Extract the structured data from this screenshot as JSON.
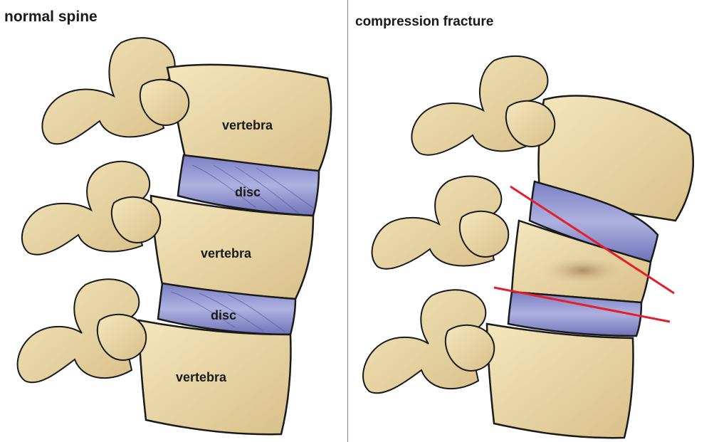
{
  "left_panel": {
    "title": "normal spine",
    "labels": {
      "vertebra_top": "vertebra",
      "disc_top": "disc",
      "vertebra_middle": "vertebra",
      "disc_bottom": "disc",
      "vertebra_bottom": "vertebra"
    }
  },
  "right_panel": {
    "title": "compression fracture"
  },
  "colors": {
    "bone": "#eedcaa",
    "bone_shadow": "#c9b07a",
    "outline": "#1a1a1a",
    "disc": "#9b9fd6",
    "disc_shadow": "#6f73b8",
    "fracture_line": "#e3202a"
  }
}
